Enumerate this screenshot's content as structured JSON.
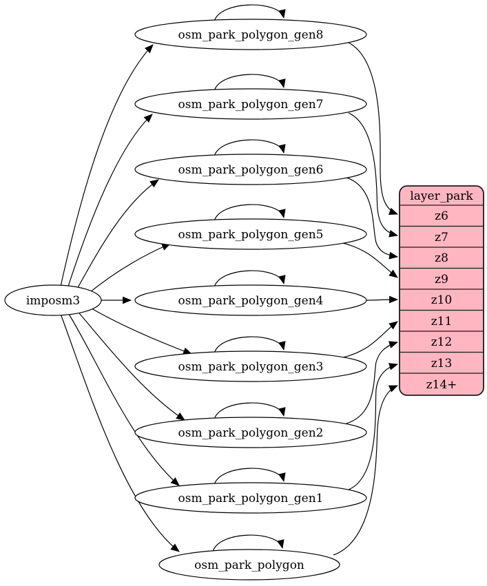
{
  "diagram": {
    "type": "etl-graph",
    "source_node": {
      "label": "imposm3"
    },
    "tables": [
      "osm_park_polygon_gen8",
      "osm_park_polygon_gen7",
      "osm_park_polygon_gen6",
      "osm_park_polygon_gen5",
      "osm_park_polygon_gen4",
      "osm_park_polygon_gen3",
      "osm_park_polygon_gen2",
      "osm_park_polygon_gen1",
      "osm_park_polygon"
    ],
    "layer_table": {
      "title": "layer_park",
      "rows": [
        "z6",
        "z7",
        "z8",
        "z9",
        "z10",
        "z11",
        "z12",
        "z13",
        "z14+"
      ]
    },
    "colors": {
      "layer_fill": "#ffb6c1",
      "layer_stroke": "#1b1b1b",
      "node_fill": "#ffffff",
      "edge_color": "#000000"
    },
    "edges": {
      "from_source_to": [
        "osm_park_polygon_gen8",
        "osm_park_polygon_gen7",
        "osm_park_polygon_gen6",
        "osm_park_polygon_gen5",
        "osm_park_polygon_gen4",
        "osm_park_polygon_gen3",
        "osm_park_polygon_gen2",
        "osm_park_polygon_gen1",
        "osm_park_polygon"
      ],
      "self_loops": [
        "osm_park_polygon_gen8",
        "osm_park_polygon_gen7",
        "osm_park_polygon_gen6",
        "osm_park_polygon_gen5",
        "osm_park_polygon_gen4",
        "osm_park_polygon_gen3",
        "osm_park_polygon_gen2",
        "osm_park_polygon_gen1",
        "osm_park_polygon"
      ],
      "to_layer": [
        {
          "from": "osm_park_polygon_gen8",
          "to": "z6"
        },
        {
          "from": "osm_park_polygon_gen7",
          "to": "z7"
        },
        {
          "from": "osm_park_polygon_gen6",
          "to": "z8"
        },
        {
          "from": "osm_park_polygon_gen5",
          "to": "z9"
        },
        {
          "from": "osm_park_polygon_gen4",
          "to": "z10"
        },
        {
          "from": "osm_park_polygon_gen3",
          "to": "z11"
        },
        {
          "from": "osm_park_polygon_gen2",
          "to": "z12"
        },
        {
          "from": "osm_park_polygon_gen1",
          "to": "z13"
        },
        {
          "from": "osm_park_polygon",
          "to": "z14+"
        }
      ]
    }
  }
}
